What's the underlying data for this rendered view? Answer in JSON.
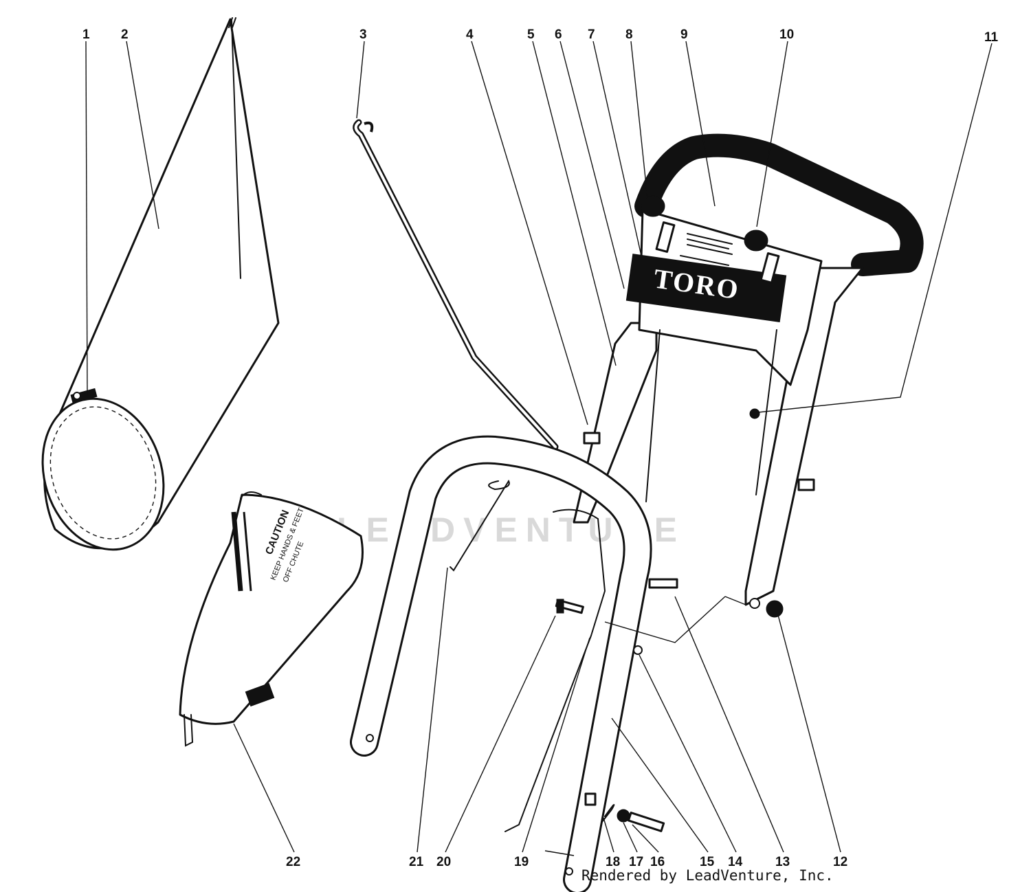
{
  "diagram": {
    "callouts": [
      {
        "id": "1",
        "label": "1"
      },
      {
        "id": "2",
        "label": "2"
      },
      {
        "id": "3",
        "label": "3"
      },
      {
        "id": "4",
        "label": "4"
      },
      {
        "id": "5",
        "label": "5"
      },
      {
        "id": "6",
        "label": "6"
      },
      {
        "id": "7",
        "label": "7"
      },
      {
        "id": "8",
        "label": "8"
      },
      {
        "id": "9",
        "label": "9"
      },
      {
        "id": "10",
        "label": "10"
      },
      {
        "id": "11",
        "label": "11"
      },
      {
        "id": "12",
        "label": "12"
      },
      {
        "id": "13",
        "label": "13"
      },
      {
        "id": "14",
        "label": "14"
      },
      {
        "id": "15",
        "label": "15"
      },
      {
        "id": "16",
        "label": "16"
      },
      {
        "id": "17",
        "label": "17"
      },
      {
        "id": "18",
        "label": "18"
      },
      {
        "id": "19",
        "label": "19"
      },
      {
        "id": "20",
        "label": "20"
      },
      {
        "id": "21",
        "label": "21"
      },
      {
        "id": "22",
        "label": "22"
      }
    ],
    "brand_panel_text": "TORO",
    "caution_label": [
      "CAUTION",
      "KEEP HANDS & FEET",
      "OFF CHUTE"
    ],
    "watermark": "LEADVENTURE",
    "credit": "Rendered by LeadVenture, Inc."
  },
  "colors": {
    "ink": "#111111",
    "paper": "#ffffff",
    "watermark": "#d9d9d9"
  }
}
